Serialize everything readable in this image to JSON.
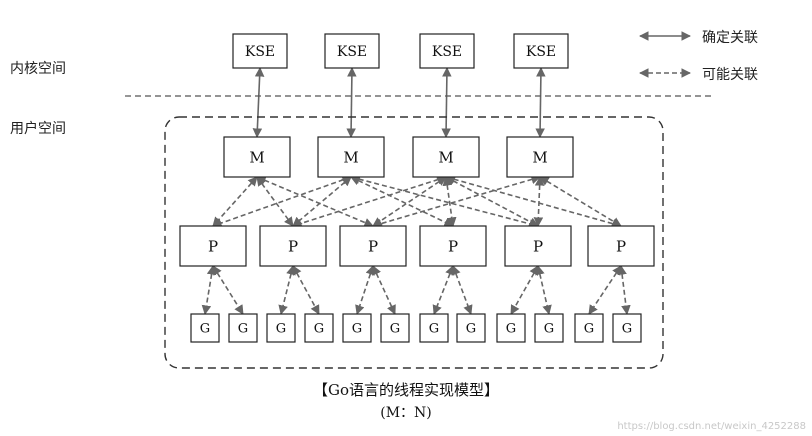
{
  "labels": {
    "kernel_space": "内核空间",
    "user_space": "用户空间"
  },
  "legend": {
    "solid": "确定关联",
    "dashed": "可能关联"
  },
  "kse_nodes": [
    "KSE",
    "KSE",
    "KSE",
    "KSE"
  ],
  "m_nodes": [
    "M",
    "M",
    "M",
    "M"
  ],
  "p_nodes": [
    "P",
    "P",
    "P",
    "P",
    "P",
    "P"
  ],
  "g_nodes": [
    "G",
    "G",
    "G",
    "G",
    "G",
    "G",
    "G",
    "G",
    "G",
    "G",
    "G",
    "G"
  ],
  "caption": {
    "title": "【Go语言的线程实现模型】",
    "ratio": "(M：N)"
  },
  "watermark": "https://blog.csdn.net/weixin_4252288",
  "colors": {
    "line": "#666666",
    "box_border": "#222222",
    "text": "#111111"
  }
}
